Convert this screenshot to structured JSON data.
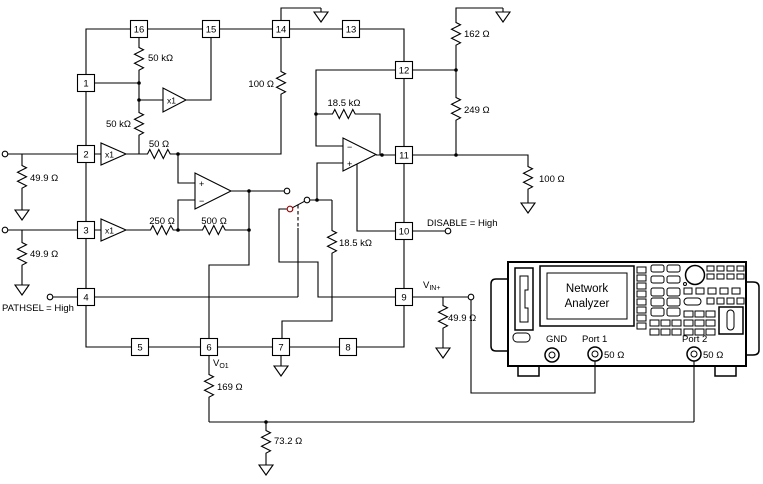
{
  "schematic": {
    "pins": {
      "p1": "1",
      "p2": "2",
      "p3": "3",
      "p4": "4",
      "p5": "5",
      "p6": "6",
      "p7": "7",
      "p8": "8",
      "p9": "9",
      "p10": "10",
      "p11": "11",
      "p12": "12",
      "p13": "13",
      "p14": "14",
      "p15": "15",
      "p16": "16"
    },
    "buffer_label": "x1",
    "opamp_plus": "+",
    "opamp_minus": "−",
    "resistors": {
      "r50k_a": "50 kΩ",
      "r50k_b": "50 kΩ",
      "r100_top": "100 Ω",
      "r50": "50 Ω",
      "r250": "250 Ω",
      "r500": "500 Ω",
      "r18k5_fb": "18.5 kΩ",
      "r18k5_mid": "18.5 kΩ",
      "r162": "162 Ω",
      "r249": "249 Ω",
      "r100_out": "100 Ω",
      "r49_in1": "49.9 Ω",
      "r49_in2": "49.9 Ω",
      "r49_vin": "49.9 Ω",
      "r169": "169 Ω",
      "r73": "73.2 Ω"
    },
    "labels": {
      "pathsel": "PATHSEL = High",
      "disable": "DISABLE = High",
      "vin_main": "V",
      "vin_sub": "IN+",
      "vo1_main": "V",
      "vo1_sub": "O1"
    }
  },
  "analyzer": {
    "screen_line1": "Network",
    "screen_line2": "Analyzer",
    "gnd_label": "GND",
    "port1_label": "Port 1",
    "port1_impedance": "50 Ω",
    "port2_label": "Port 2",
    "port2_impedance": "50 Ω"
  },
  "colors": {
    "line": "#000000",
    "switch_terminal": "#990000",
    "background": "#ffffff"
  }
}
